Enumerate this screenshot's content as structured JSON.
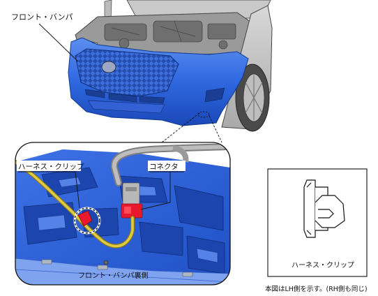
{
  "labels": {
    "front_bumper": "フロント・バンパ",
    "harness_clip": "ハーネス・クリップ",
    "connector": "コネクタ",
    "bumper_rear": "フロント・バンパ裏側",
    "clip_detail": "ハーネス・クリップ",
    "note": "本図はLH側を示す。(RH側も同じ)"
  },
  "colors": {
    "bumper_blue": "#2f68e0",
    "connector_red": "#e8192c",
    "harness_yellow": "#d9c23a"
  }
}
